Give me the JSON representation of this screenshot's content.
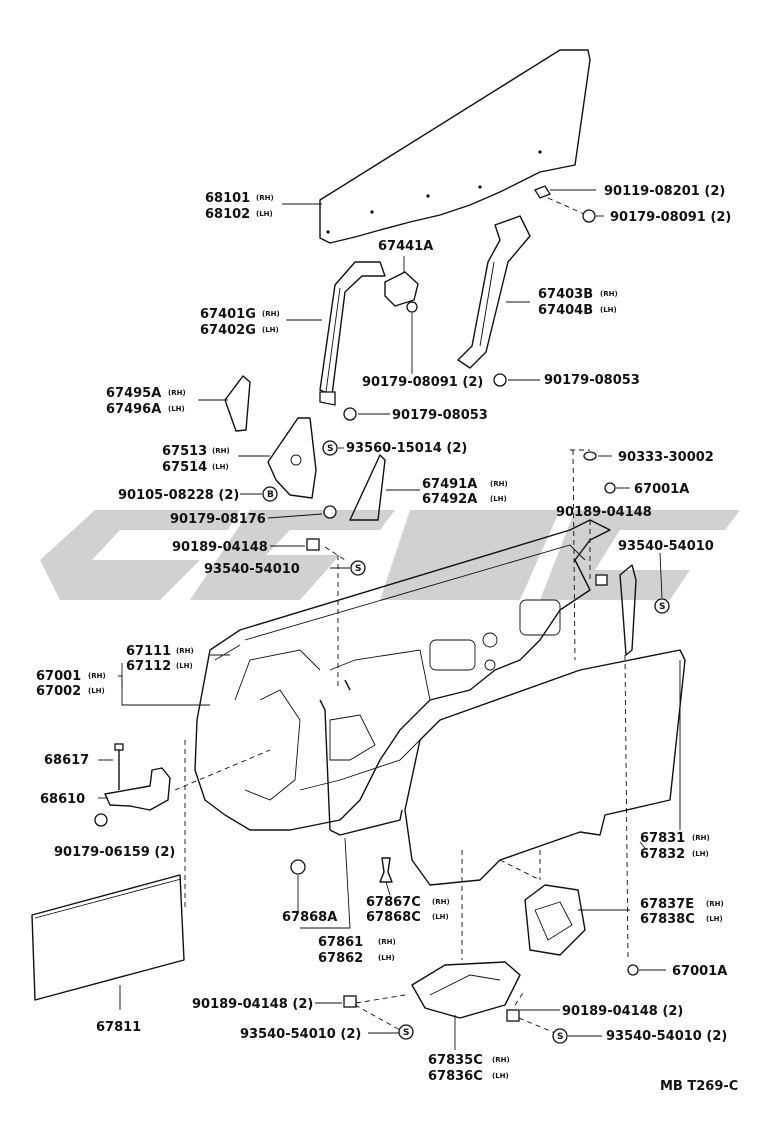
{
  "labels": {
    "glass": [
      "68101",
      "68102"
    ],
    "glass_side": [
      "(RH)",
      "(LH)"
    ],
    "bolt_top": "90119-08201 (2)",
    "nut_top": "90179-08091 (2)",
    "bracket_front": "67441A",
    "channel_front": [
      "67401G",
      "67402G"
    ],
    "channel_front_side": [
      "(RH)",
      "(LH)"
    ],
    "channel_rear": [
      "67403B",
      "67404B"
    ],
    "channel_rear_side": [
      "(RH)",
      "(LH)"
    ],
    "nut_mid_2": "90179-08091 (2)",
    "nut_mid": "90179-08053",
    "corner_glass": [
      "67495A",
      "67496A"
    ],
    "corner_glass_side": [
      "(RH)",
      "(LH)"
    ],
    "nut_lower": "90179-08053",
    "mirror_base": [
      "67513",
      "67514"
    ],
    "mirror_base_side": [
      "(RH)",
      "(LH)"
    ],
    "screw_s": "93560-15014 (2)",
    "bolt_b": "90105-08228 (2)",
    "nut_mirror": "90179-08176",
    "cover_tri": [
      "67491A",
      "67492A"
    ],
    "cover_tri_side": [
      "(RH)",
      "(LH)"
    ],
    "grommet_top": "90333-30002",
    "clip_right_top": "67001A",
    "nut_right": "90189-04148",
    "screw_right": "93540-54010",
    "nut_left": "90189-04148",
    "screw_left": "93540-54010",
    "panel": [
      "67111",
      "67112"
    ],
    "panel_side": [
      "(RH)",
      "(LH)"
    ],
    "door": [
      "67001",
      "67002"
    ],
    "door_side": [
      "(RH)",
      "(LH)"
    ],
    "pin": "68617",
    "hinge": "68610",
    "nut_hinge": "90179-06159 (2)",
    "trim": [
      "67831",
      "67832"
    ],
    "trim_side": [
      "(RH)",
      "(LH)"
    ],
    "clip": "67868A",
    "clip_b": [
      "67867C",
      "67868C"
    ],
    "clip_b_side": [
      "(RH)",
      "(LH)"
    ],
    "weather": [
      "67861",
      "67862"
    ],
    "weather_side": [
      "(RH)",
      "(LH)"
    ],
    "pocket": [
      "67837E",
      "67838C"
    ],
    "pocket_side": [
      "(RH)",
      "(LH)"
    ],
    "clip_bottom": "67001A",
    "sheet": "67811",
    "nut_bl": "90189-04148 (2)",
    "screw_bl": "93540-54010 (2)",
    "nut_br": "90189-04148 (2)",
    "screw_br": "93540-54010 (2)",
    "armrest": [
      "67835C",
      "67836C"
    ],
    "armrest_side": [
      "(RH)",
      "(LH)"
    ],
    "ref": "MB T269-C",
    "sym_s": "S",
    "sym_b": "B"
  }
}
